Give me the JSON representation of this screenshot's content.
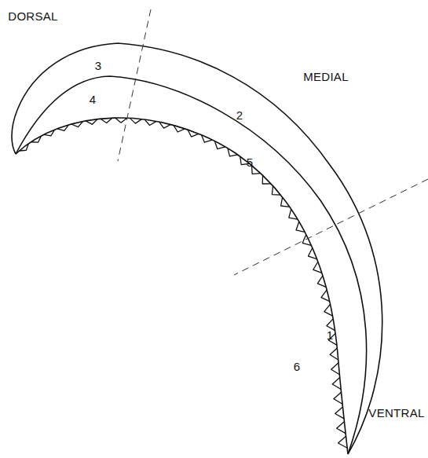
{
  "diagram": {
    "labels": [
      "DORSAL",
      "3",
      "MEDIAL",
      "4",
      "2",
      "5",
      "1",
      "6",
      "VENTRAL"
    ]
  }
}
